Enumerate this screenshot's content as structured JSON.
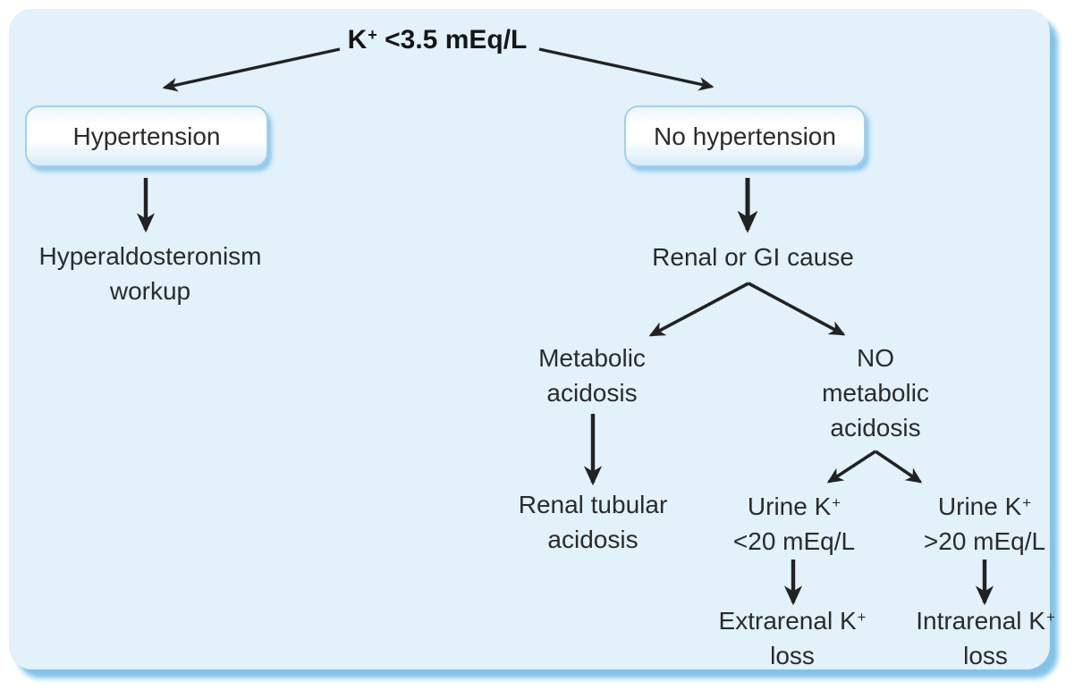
{
  "colors": {
    "page_bg": "#ffffff",
    "panel_bg": "#e2f1fa",
    "panel_shadow": "#83c3e9",
    "box_border": "#9ed1ee",
    "text": "#2b2b2b",
    "arrow": "#222222"
  },
  "flowchart": {
    "root": {
      "text_pre": "K",
      "sup": "+",
      "text_post": " <3.5 mEq/L"
    },
    "hypertension": {
      "label": "Hypertension"
    },
    "no_hypertension": {
      "label": "No hypertension"
    },
    "hyperaldosteronism": {
      "line1": "Hyperaldosteronism",
      "line2": "workup"
    },
    "renal_gi": {
      "label": "Renal or GI cause"
    },
    "metabolic_acidosis": {
      "line1": "Metabolic",
      "line2": "acidosis"
    },
    "no_metabolic_acidosis": {
      "line1": "NO",
      "line2": "metabolic",
      "line3": "acidosis"
    },
    "renal_tubular_acidosis": {
      "line1": "Renal tubular",
      "line2": "acidosis"
    },
    "urine_k_low": {
      "line1_pre": "Urine K",
      "sup": "+",
      "line2": "<20 mEq/L"
    },
    "urine_k_high": {
      "line1_pre": "Urine K",
      "sup": "+",
      "line2": ">20 mEq/L"
    },
    "extrarenal_loss": {
      "line1_pre": "Extrarenal K",
      "sup": "+",
      "line2": "loss"
    },
    "intrarenal_loss": {
      "line1_pre": "Intrarenal K",
      "sup": "+",
      "line2": "loss"
    }
  }
}
